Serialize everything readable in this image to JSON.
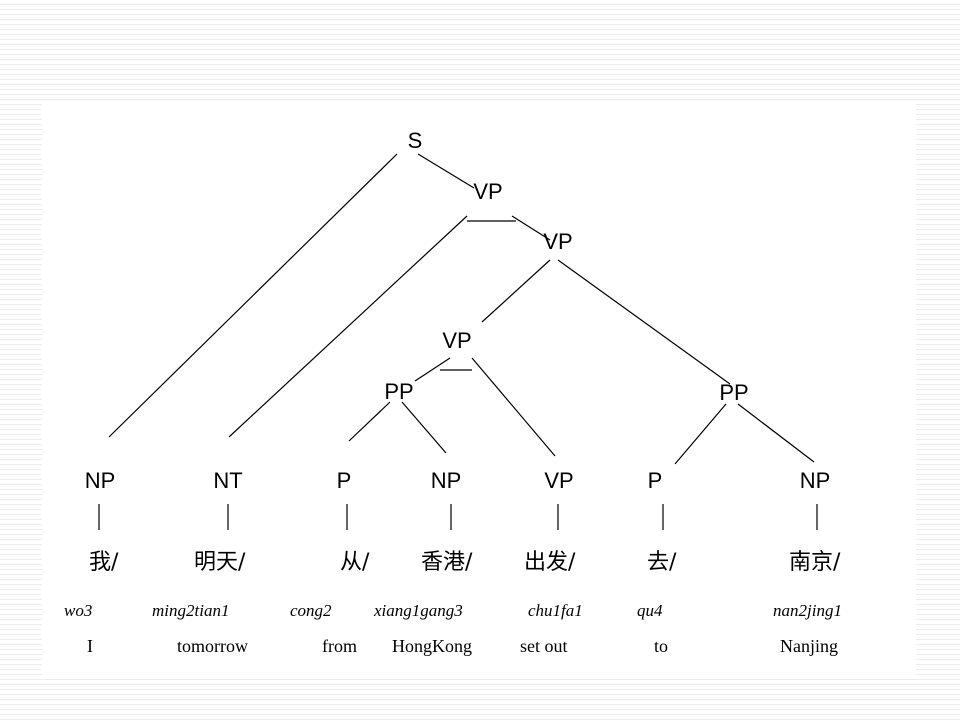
{
  "tree": {
    "nodes": {
      "s": "S",
      "vp1": "VP",
      "vp2": "VP",
      "vp3": "VP",
      "pp1": "PP",
      "pp2": "PP",
      "np_wo": "NP",
      "nt": "NT",
      "p_cong": "P",
      "np_hk": "NP",
      "vp_leaf": "VP",
      "p_qu": "P",
      "np_nj": "NP"
    },
    "words": [
      {
        "hanzi": "我/",
        "pinyin": "wo3",
        "gloss": "I"
      },
      {
        "hanzi": "明天/",
        "pinyin": "ming2tian1",
        "gloss": "tomorrow"
      },
      {
        "hanzi": "从/",
        "pinyin": "cong2",
        "gloss": "from"
      },
      {
        "hanzi": "香港/",
        "pinyin": "xiang1gang3",
        "gloss": "HongKong"
      },
      {
        "hanzi": "出发/",
        "pinyin": "chu1fa1",
        "gloss": "set out"
      },
      {
        "hanzi": "去/",
        "pinyin": "qu4",
        "gloss": "to"
      },
      {
        "hanzi": "南京/",
        "pinyin": "nan2jing1",
        "gloss": "Nanjing"
      }
    ]
  }
}
